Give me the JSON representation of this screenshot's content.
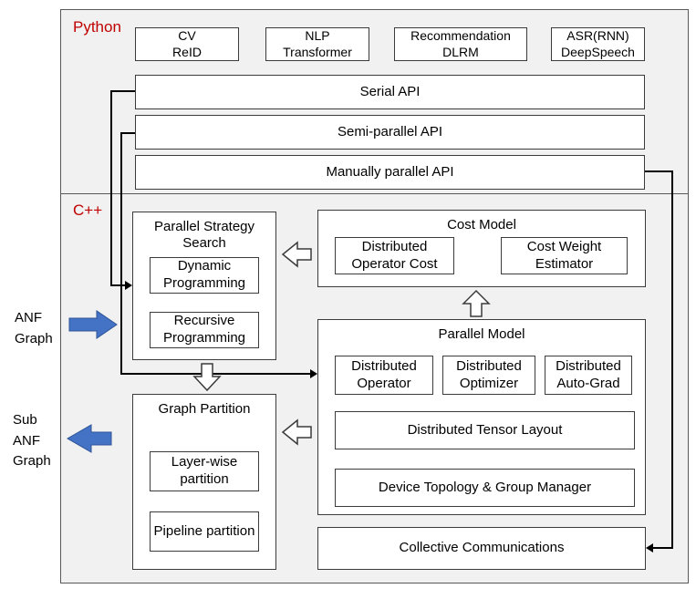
{
  "python_section": {
    "label": "Python",
    "apps": [
      {
        "line1": "CV",
        "line2": "ReID"
      },
      {
        "line1": "NLP",
        "line2": "Transformer"
      },
      {
        "line1": "Recommendation",
        "line2": "DLRM"
      },
      {
        "line1": "ASR(RNN)",
        "line2": "DeepSpeech"
      }
    ],
    "apis": [
      {
        "label": "Serial API"
      },
      {
        "label": "Semi-parallel API"
      },
      {
        "label": "Manually parallel API"
      }
    ]
  },
  "cpp_section": {
    "label": "C++",
    "parallel_strategy_search": {
      "title": "Parallel Strategy Search",
      "items": [
        {
          "label": "Dynamic Programming"
        },
        {
          "label": "Recursive Programming"
        }
      ]
    },
    "cost_model": {
      "title": "Cost Model",
      "items": [
        {
          "label": "Distributed Operator Cost"
        },
        {
          "label": "Cost Weight Estimator"
        }
      ]
    },
    "parallel_model": {
      "title": "Parallel Model",
      "row_items": [
        {
          "label": "Distributed Operator"
        },
        {
          "label": "Distributed Optimizer"
        },
        {
          "label": "Distributed Auto-Grad"
        }
      ],
      "wide_items": [
        {
          "label": "Distributed Tensor Layout"
        },
        {
          "label": "Device Topology & Group Manager"
        }
      ]
    },
    "graph_partition": {
      "title": "Graph Partition",
      "items": [
        {
          "label": "Layer-wise partition"
        },
        {
          "label": "Pipeline partition"
        }
      ]
    },
    "collective_communications": {
      "label": "Collective Communications"
    }
  },
  "side_labels": {
    "anf_graph": {
      "line1": "ANF",
      "line2": "Graph"
    },
    "sub_anf_graph": {
      "line1": "Sub",
      "line2": "ANF",
      "line3": "Graph"
    }
  },
  "colors": {
    "section_label_red": "#c00000",
    "blue_arrow": "#4472c4",
    "box_border": "#3b3b3b",
    "diagram_background": "#f1f1f1"
  }
}
